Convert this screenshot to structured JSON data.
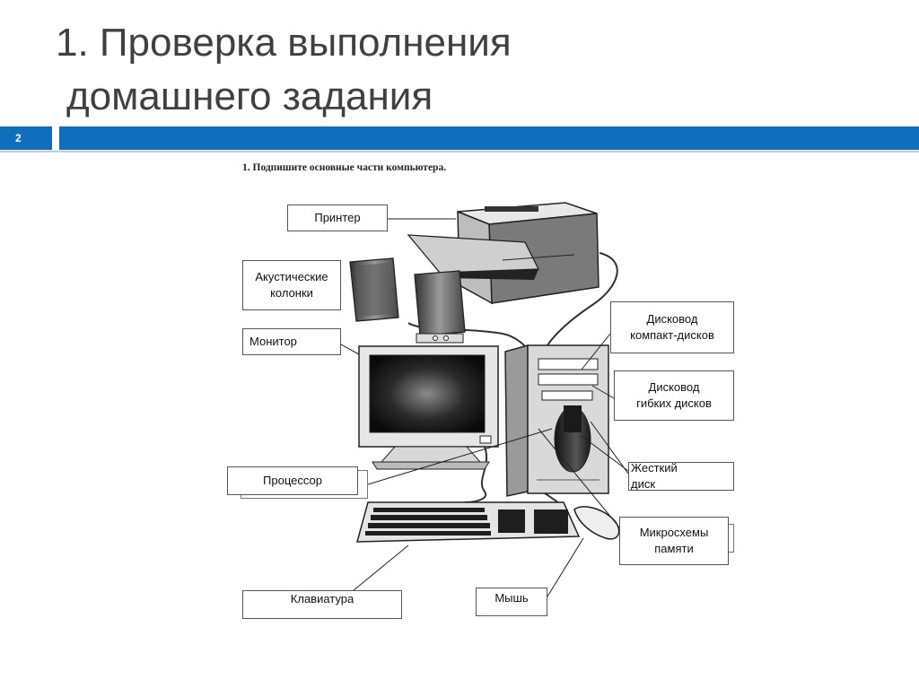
{
  "slide": {
    "title_line1": "1. Проверка выполнения",
    "title_line2": "домашнего задания",
    "number": "2"
  },
  "worksheet": {
    "task": "1. Подпишите основные части компьютера."
  },
  "labels": {
    "printer": "Принтер",
    "speakers_line1": "Акустические",
    "speakers_line2": "колонки",
    "monitor": "Монитор",
    "cd_drive_line1": "Дисковод",
    "cd_drive_line2": "компакт-дисков",
    "floppy_line1": "Дисковод",
    "floppy_line2": "гибких дисков",
    "processor": "Процессор",
    "hdd_line1": "Жесткий",
    "hdd_line2": "диск",
    "memory_line1": "Микросхемы",
    "memory_line2": "памяти",
    "keyboard": "Клавиатура",
    "mouse": "Мышь"
  },
  "colors": {
    "accent_bar": "#0f6fbe",
    "title_text": "#404040"
  }
}
